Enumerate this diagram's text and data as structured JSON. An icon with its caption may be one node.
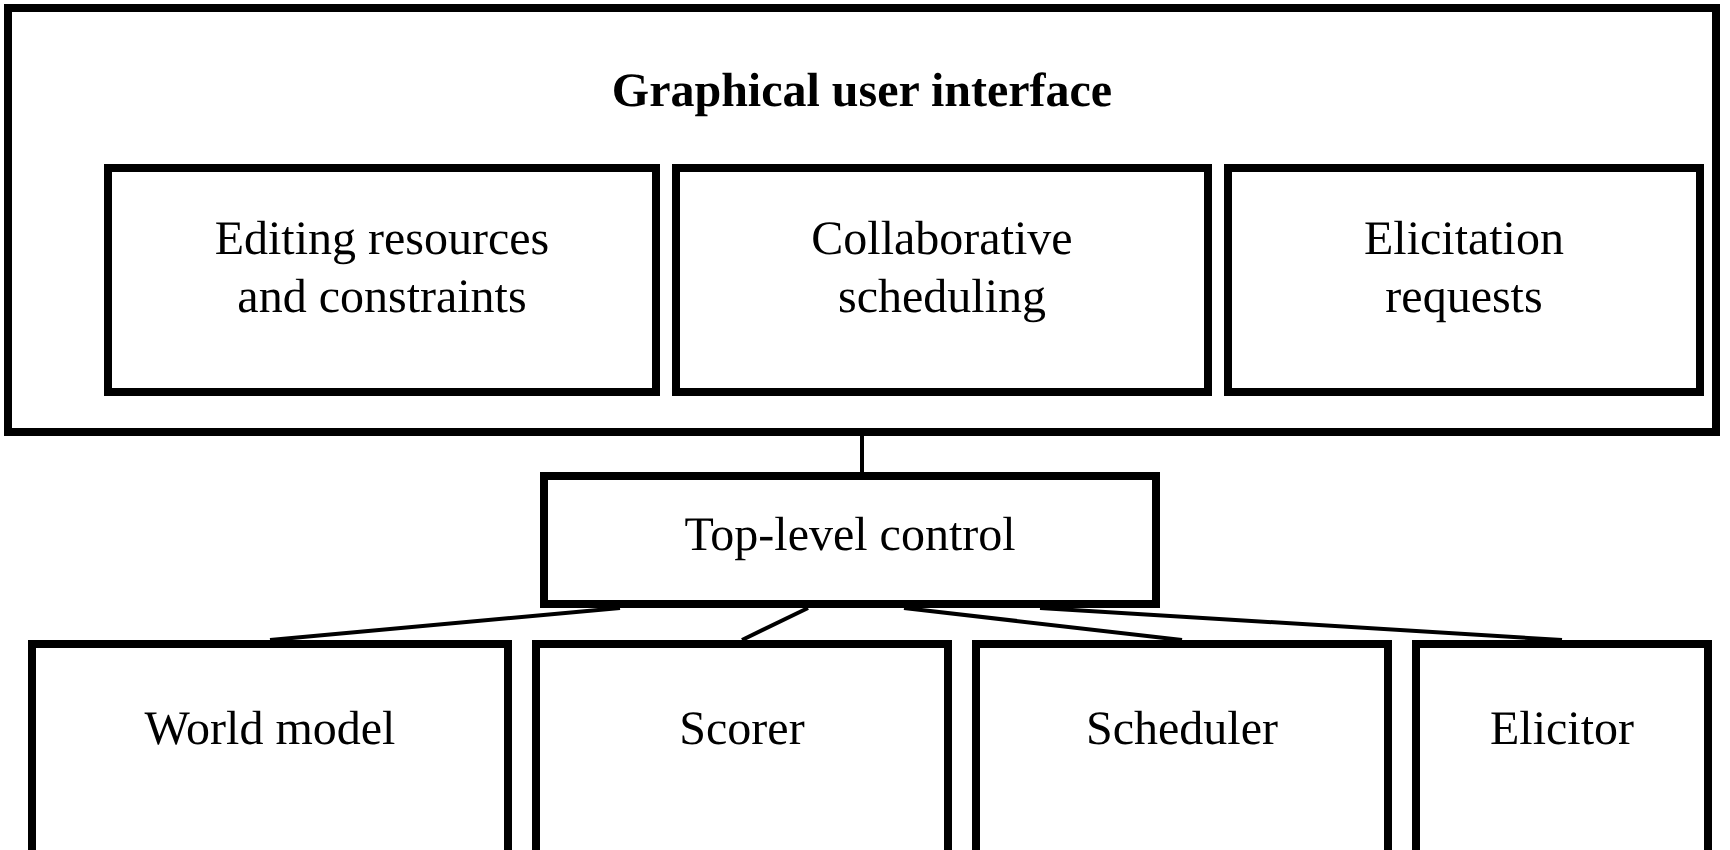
{
  "diagram": {
    "nodes": [
      {
        "text": [
          "Graphical user interface"
        ]
      },
      {
        "text": [
          "Editing resources and constraints"
        ],
        "in": 0
      },
      {
        "text": [
          "Collaborative scheduling"
        ],
        "in": 0
      },
      {
        "text": [
          "Elicitation requests"
        ],
        "in": 0
      },
      {
        "text": [
          "Top-level control"
        ]
      },
      {
        "text": [
          "World model"
        ]
      },
      {
        "text": [
          "Scorer"
        ]
      },
      {
        "text": [
          "Scheduler"
        ]
      },
      {
        "text": [
          "Elicitor"
        ]
      }
    ],
    "edges": [
      {
        "from": 0,
        "to": 4,
        "arrow": "none"
      },
      {
        "from": 4,
        "to": 5,
        "arrow": "none"
      },
      {
        "from": 4,
        "to": 6,
        "arrow": "none"
      },
      {
        "from": 4,
        "to": 7,
        "arrow": "none"
      },
      {
        "from": 4,
        "to": 8,
        "arrow": "none"
      }
    ]
  }
}
